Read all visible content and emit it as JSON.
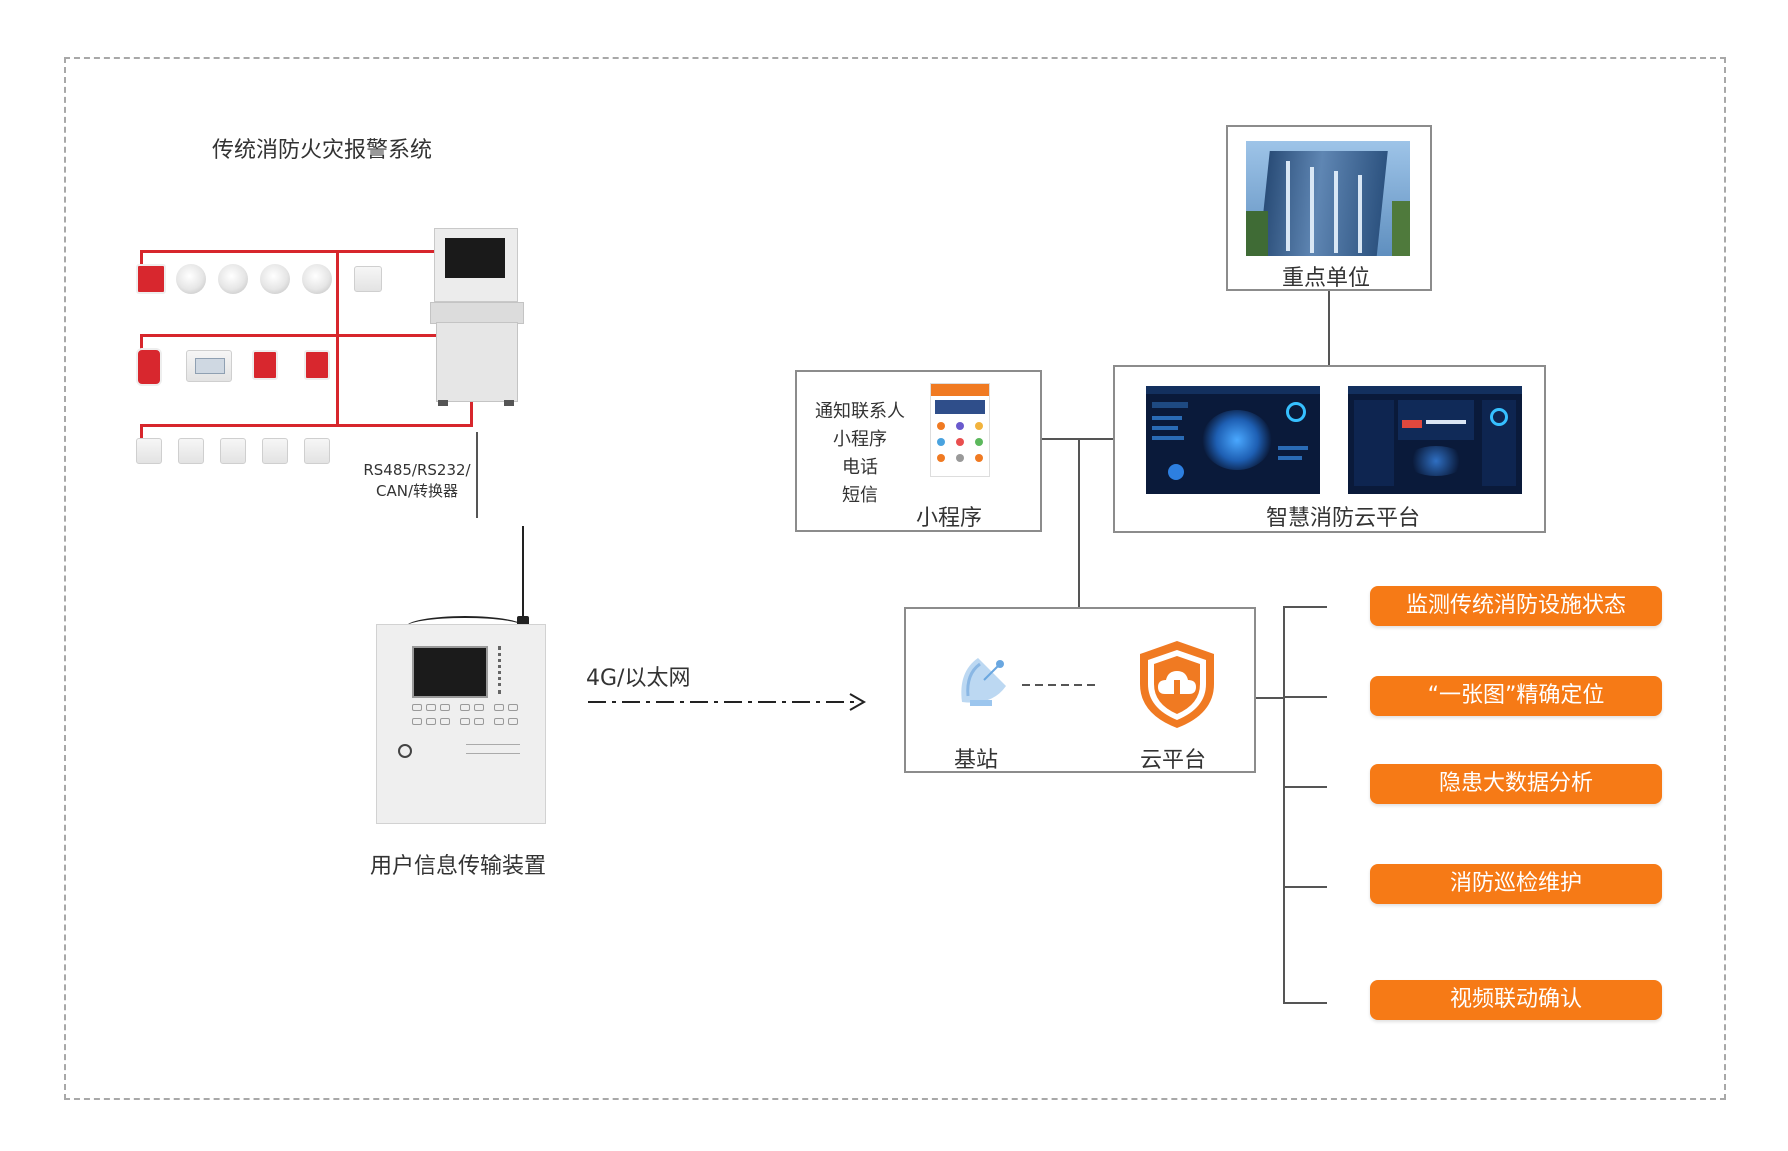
{
  "legacy_system": {
    "title": "传统消防火灾报警系统",
    "bus_label_line1": "RS485/RS232/",
    "bus_label_line2": "CAN/转换器"
  },
  "transmitter": {
    "label": "用户信息传输装置"
  },
  "network": {
    "label": "4G/以太网"
  },
  "cloud_link": {
    "base_station_label": "基站",
    "cloud_label": "云平台"
  },
  "key_unit": {
    "label": "重点单位"
  },
  "notify_box": {
    "items": [
      "通知联系人",
      "小程序",
      "电话",
      "短信"
    ],
    "label": "小程序"
  },
  "platform": {
    "label": "智慧消防云平台"
  },
  "features": [
    "监测传统消防设施状态",
    "“一张图”精确定位",
    "隐患大数据分析",
    "消防巡检维护",
    "视频联动确认"
  ],
  "colors": {
    "accent": "#f67a16",
    "fire_red": "#d7262c",
    "line": "#555555",
    "frame": "#a8a8a8"
  }
}
